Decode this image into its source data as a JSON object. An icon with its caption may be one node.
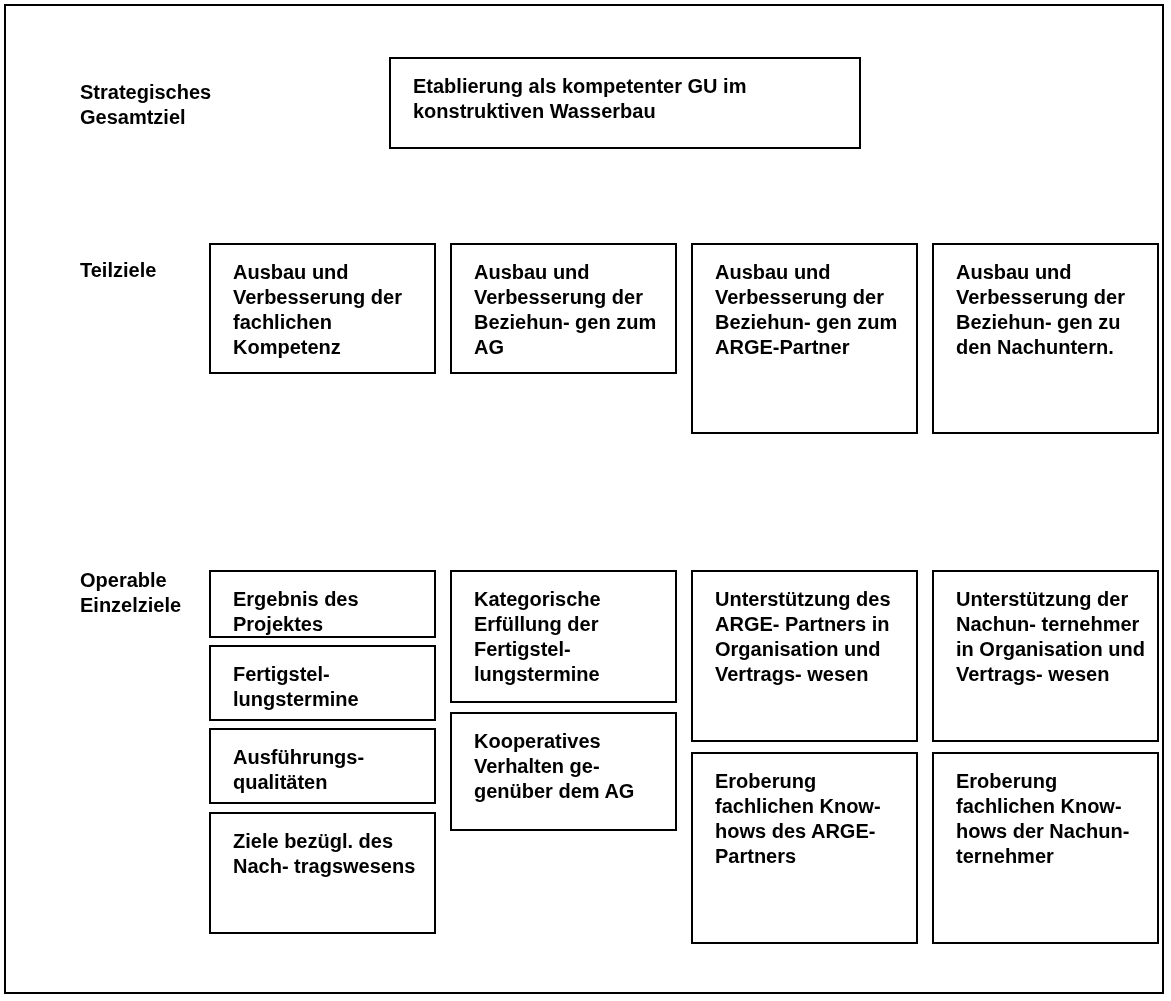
{
  "diagram": {
    "nodes": [
      {
        "text": [
          "Etablierung als kompetenter GU im konstruktiven Wasserbau"
        ]
      },
      {
        "text": [
          "Ausbau und Verbesserung der fachlichen Kompetenz"
        ]
      },
      {
        "text": [
          "Ausbau und Verbesserung der Beziehun- gen zum AG"
        ]
      },
      {
        "text": [
          "Ausbau und Verbesserung der Beziehun- gen zum ARGE-Partner"
        ]
      },
      {
        "text": [
          "Ausbau und Verbesserung der Beziehun- gen zu den Nachuntern."
        ]
      },
      {
        "text": [
          "Ergebnis des Projektes"
        ]
      },
      {
        "text": [
          "Fertigstel- lungstermine"
        ]
      },
      {
        "text": [
          "Ausführungs- qualitäten"
        ]
      },
      {
        "text": [
          "Ziele bezügl. des Nach- tragswesens"
        ]
      },
      {
        "text": [
          "Kategorische Erfüllung der Fertigstel- lungstermine"
        ]
      },
      {
        "text": [
          "Kooperatives Verhalten ge- genüber dem AG"
        ]
      },
      {
        "text": [
          "Unterstützung des ARGE- Partners in Organisation und Vertrags- wesen"
        ]
      },
      {
        "text": [
          "Eroberung fachlichen Know-hows des ARGE- Partners"
        ]
      },
      {
        "text": [
          "Unterstützung der Nachun- ternehmer in Organisation und Vertrags- wesen"
        ]
      },
      {
        "text": [
          "Eroberung fachlichen Know-hows der Nachun- ternehmer"
        ]
      }
    ],
    "labels": [
      "Strategisches Gesamtziel",
      "Teilziele",
      "Operable Einzelziele"
    ]
  }
}
